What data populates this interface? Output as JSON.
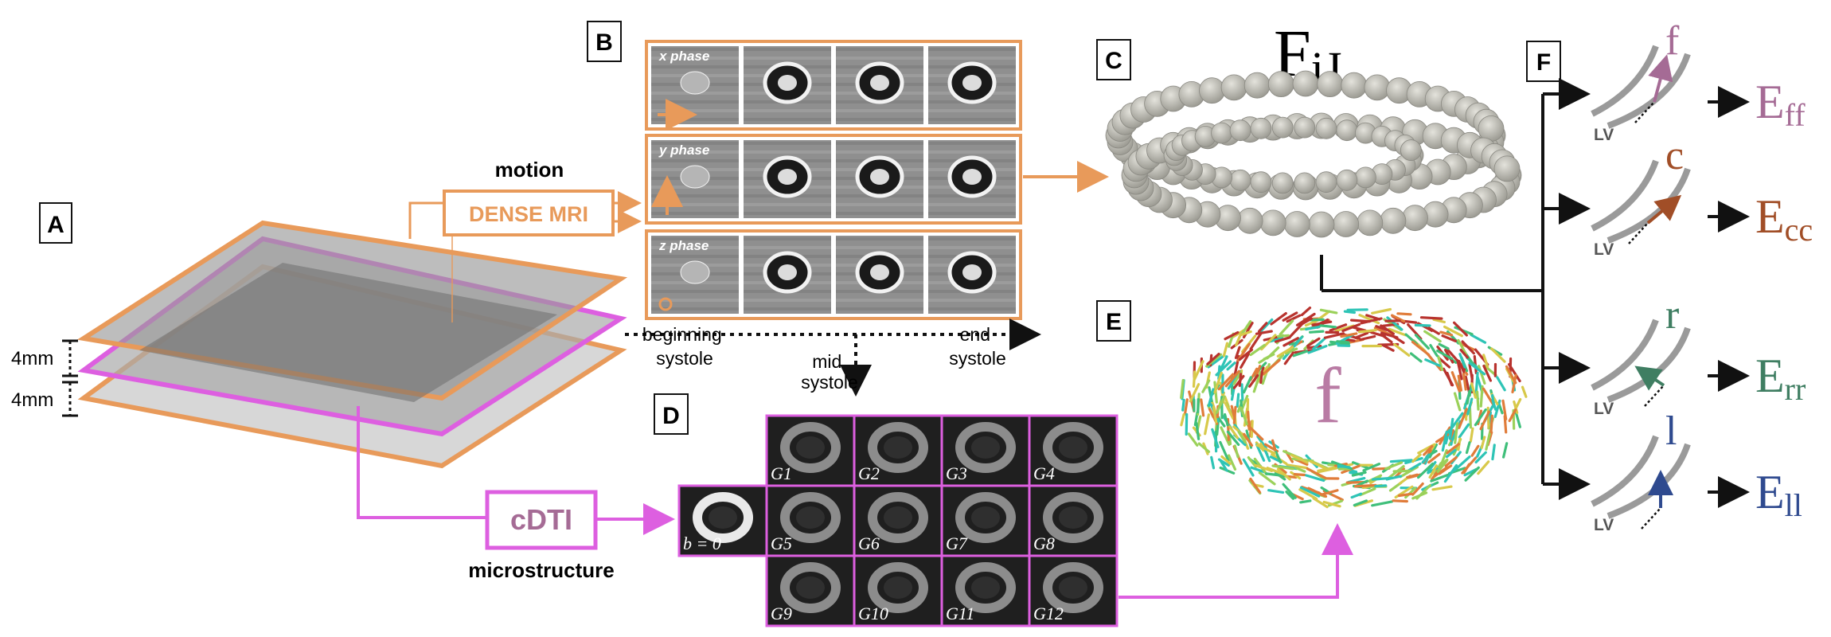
{
  "colors": {
    "orange": "#e89a5a",
    "magenta": "#dd5fe0",
    "purple": "#a56b95",
    "brown": "#a14e27",
    "green": "#3f7e62",
    "blue": "#2f4a8f",
    "gray": "#9a9a9a",
    "mauve": "#b97ba4"
  },
  "panels": {
    "A": {
      "label": "A",
      "spacing_top": "4mm",
      "spacing_bottom": "4mm"
    },
    "B": {
      "label": "B",
      "rows": [
        {
          "label": "x phase"
        },
        {
          "label": "y phase"
        },
        {
          "label": "z phase"
        }
      ],
      "timeline": {
        "start": "beginning\nsystole",
        "mid": "mid\nsystole",
        "end": "end\nsystole"
      }
    },
    "C": {
      "label": "C",
      "tensor": "F",
      "tensor_sub": "iJ"
    },
    "D": {
      "label": "D",
      "b0_label": "b = 0",
      "gradients": [
        "G1",
        "G2",
        "G3",
        "G4",
        "G5",
        "G6",
        "G7",
        "G8",
        "G9",
        "G10",
        "G11",
        "G12"
      ]
    },
    "E": {
      "label": "E",
      "fiber_symbol": "f"
    },
    "F": {
      "label": "F",
      "rows": [
        {
          "symbol": "f",
          "strain": "E",
          "strain_sub": "ff",
          "lv": "LV"
        },
        {
          "symbol": "c",
          "strain": "E",
          "strain_sub": "cc",
          "lv": "LV"
        },
        {
          "symbol": "r",
          "strain": "E",
          "strain_sub": "rr",
          "lv": "LV"
        },
        {
          "symbol": "l",
          "strain": "E",
          "strain_sub": "ll",
          "lv": "LV"
        }
      ]
    }
  },
  "labels": {
    "motion": "motion",
    "dense": "DENSE MRI",
    "cdti": "cDTI",
    "microstructure": "microstructure"
  }
}
